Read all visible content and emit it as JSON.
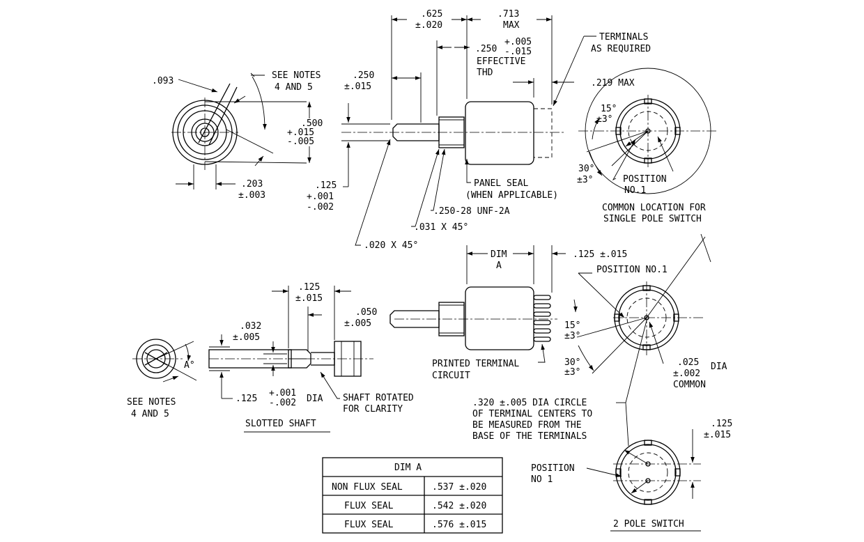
{
  "top_view": {
    "dim_625": ".625",
    "dim_625_tol": "±.020",
    "dim_713": ".713",
    "dim_713_note": "MAX",
    "terminals_1": "TERMINALS",
    "terminals_2": "AS REQUIRED",
    "dim_250_eff": ".250",
    "dim_250_eff_tol_plus": "+.005",
    "dim_250_eff_tol_minus": "-.015",
    "effective": "EFFECTIVE",
    "thd": "THD",
    "dim_093": ".093",
    "see_notes_1": "SEE NOTES",
    "see_notes_2": "4 AND 5",
    "dim_250": ".250",
    "dim_250_tol": "±.015",
    "dim_219": ".219 MAX",
    "dim_500": ".500",
    "dim_500_plus": "+.015",
    "dim_500_minus": "-.005",
    "dim_203": ".203",
    "dim_203_tol": "±.003",
    "dim_125": ".125",
    "dim_125_plus": "+.001",
    "dim_125_minus": "-.002",
    "panel_seal": "PANEL SEAL",
    "when_applicable": "(WHEN APPLICABLE)",
    "thread": ".250-28 UNF-2A",
    "chamfer_031": ".031 X 45°",
    "chamfer_020": ".020 X 45°",
    "angle_15": "15°",
    "angle_15_tol": "±3°",
    "angle_30": "30°",
    "angle_30_tol": "±3°",
    "position_1": "POSITION",
    "position_1b": "NO.1",
    "common_loc_1": "COMMON LOCATION FOR",
    "common_loc_2": "SINGLE POLE SWITCH"
  },
  "mid_view": {
    "dim_a": "DIM",
    "dim_a2": "A",
    "dim_125": ".125 ±.015",
    "position_no1": "POSITION NO.1",
    "printed_1": "PRINTED TERMINAL",
    "printed_2": "CIRCUIT",
    "angle_15": "15°",
    "angle_15_tol": "±3°",
    "angle_30": "30°",
    "angle_30_tol": "±3°",
    "dia_025": ".025",
    "dia_025_dia": "DIA",
    "dia_025_tol": "±.002",
    "common": "COMMON",
    "circle_1": ".320 ±.005 DIA CIRCLE",
    "circle_2": "OF TERMINAL CENTERS TO",
    "circle_3": "BE MEASURED FROM THE",
    "circle_4": "BASE OF THE TERMINALS"
  },
  "slotted_shaft": {
    "dim_125": ".125",
    "dim_125_tol": "±.015",
    "dim_050": ".050",
    "dim_050_tol": "±.005",
    "dim_032": ".032",
    "dim_032_tol": "±.005",
    "angle_a": "A°",
    "see_notes_1": "SEE NOTES",
    "see_notes_2": "4 AND 5",
    "dia_125": ".125",
    "dia_125_plus": "+.001",
    "dia_125_minus": "-.002",
    "dia_label": "DIA",
    "rotated_1": "SHAFT ROTATED",
    "rotated_2": "FOR CLARITY",
    "title": "SLOTTED SHAFT"
  },
  "two_pole": {
    "dim_125": ".125",
    "dim_125_tol": "±.015",
    "position_1": "POSITION",
    "position_2": "NO 1",
    "title": "2 POLE SWITCH"
  },
  "dim_table": {
    "header": "DIM A",
    "rows": [
      {
        "label": "NON FLUX SEAL",
        "value": ".537 ±.020"
      },
      {
        "label": "FLUX SEAL",
        "value": ".542 ±.020"
      },
      {
        "label": "FLUX SEAL",
        "value": ".576 ±.015"
      }
    ]
  }
}
